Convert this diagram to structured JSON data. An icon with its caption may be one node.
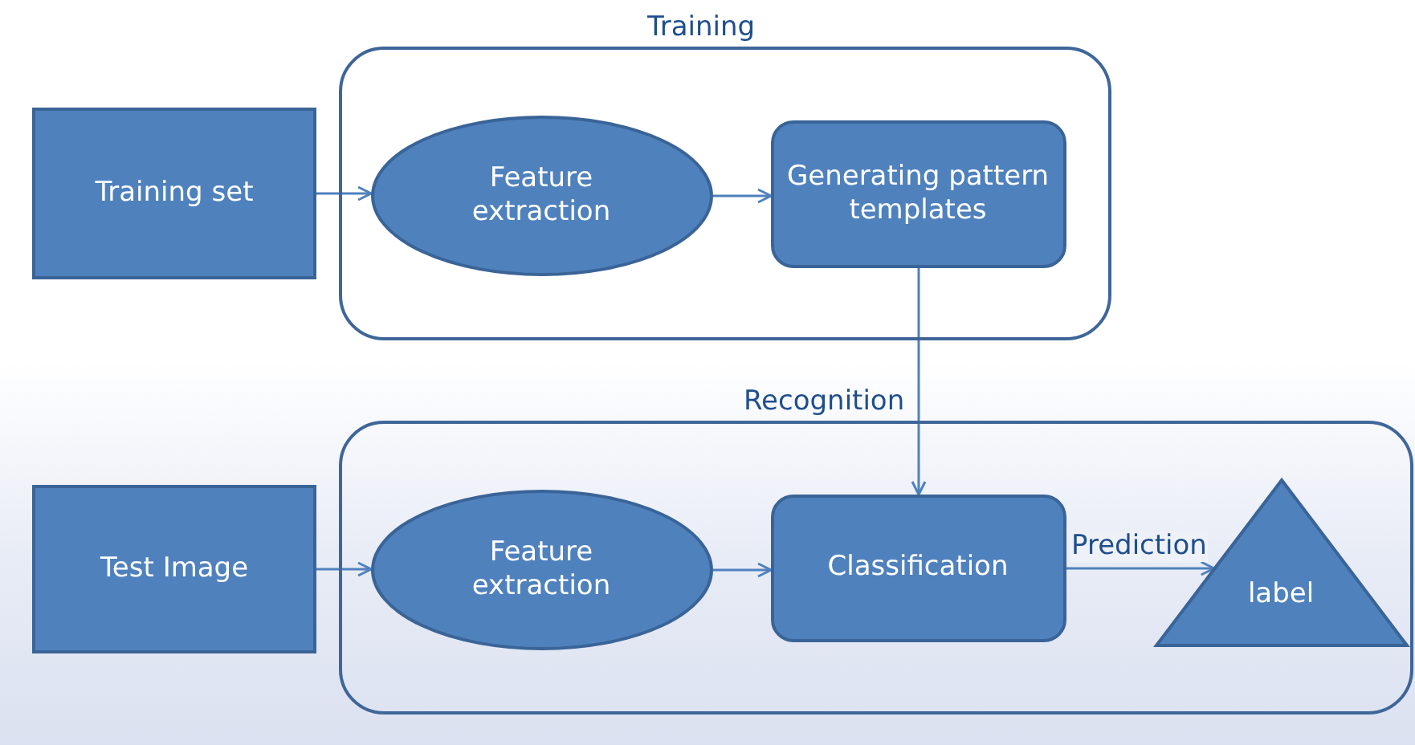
{
  "diagram": {
    "nodes": [
      {
        "text": [
          "Training"
        ]
      },
      {
        "text": [
          "Training set"
        ]
      },
      {
        "text": [
          "Feature extraction"
        ],
        "in": 0
      },
      {
        "text": [
          "Generating pattern templates"
        ],
        "in": 0
      },
      {
        "text": [
          "Recognition"
        ]
      },
      {
        "text": [
          "Test Image"
        ]
      },
      {
        "text": [
          "Feature extraction"
        ],
        "in": 4
      },
      {
        "text": [
          "Classification"
        ],
        "in": 4
      },
      {
        "text": [
          "label"
        ],
        "in": 4
      }
    ],
    "edges": [
      {
        "from": 1,
        "to": 2,
        "arrow": "to"
      },
      {
        "from": 2,
        "to": 3,
        "arrow": "to"
      },
      {
        "from": 3,
        "to": 7,
        "arrow": "to"
      },
      {
        "from": 5,
        "to": 6,
        "arrow": "to"
      },
      {
        "from": 6,
        "to": 7,
        "arrow": "to"
      },
      {
        "from": 7,
        "to": 8,
        "arrow": "to",
        "label": "Prediction"
      }
    ]
  }
}
